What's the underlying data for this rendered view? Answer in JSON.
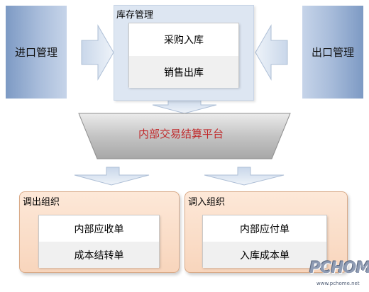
{
  "import_management": {
    "label": "进口管理"
  },
  "export_management": {
    "label": "出口管理"
  },
  "inventory_management": {
    "title": "库存管理",
    "items": [
      "采购入库",
      "销售出库"
    ]
  },
  "platform": {
    "label": "内部交易结算平台"
  },
  "transfer_out": {
    "title": "调出组织",
    "items": [
      "内部应收单",
      "成本结转单"
    ]
  },
  "transfer_in": {
    "title": "调入组织",
    "items": [
      "内部应付单",
      "入库成本单"
    ]
  },
  "watermark": {
    "logo": "PCHOME",
    "url": "www.pchome.net"
  },
  "colors": {
    "side_box": "#9bb3d6",
    "inventory_bg": "#dde6f2",
    "platform_fill": "#bdbdbd",
    "platform_text": "#c0282a",
    "orange_group": "#fbe0cc",
    "arrow_fill": "#dfe8f3"
  }
}
